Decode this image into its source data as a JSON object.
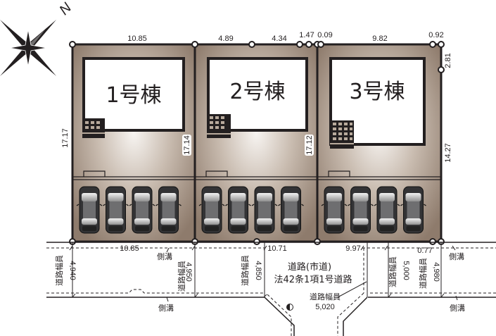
{
  "compass": {
    "north_label": "N",
    "icon": "compass-rose-icon"
  },
  "lots": [
    {
      "id": "lot-1",
      "building_label": "1号棟",
      "frontage_top": "10.85",
      "side_left": "17.17",
      "side_right": "17.14",
      "frontage_bottom": "10.85",
      "parking_spaces": 4
    },
    {
      "id": "lot-2",
      "building_label": "2号棟",
      "frontage_top_segments": [
        "4.89",
        "4.34",
        "1.47"
      ],
      "side_right": "17.12",
      "frontage_bottom": "10.71",
      "parking_spaces": 4
    },
    {
      "id": "lot-3",
      "building_label": "3号棟",
      "frontage_top_segments": [
        "0.09",
        "9.82",
        "0.92"
      ],
      "side_right_segments": [
        "2.81",
        "14.27"
      ],
      "frontage_bottom_segments": [
        "9.97",
        "0.77"
      ],
      "parking_spaces": 4
    }
  ],
  "road": {
    "title": "道路(市道)",
    "subtitle": "法42条1項1号道路",
    "width_label": "道路幅員",
    "widths": {
      "left": "4,940",
      "center_left": "4,950",
      "center": "4,850",
      "right_center": "5,000",
      "right": "4,980",
      "intersection": "5,020"
    },
    "gutter_label": "側溝"
  },
  "colors": {
    "lot_fill_dark": "#8c7a6b",
    "lot_fill_light": "#f4f0ec",
    "outline": "#231f20",
    "building_fill": "#ffffff",
    "car_body": "#3a3a3c"
  }
}
